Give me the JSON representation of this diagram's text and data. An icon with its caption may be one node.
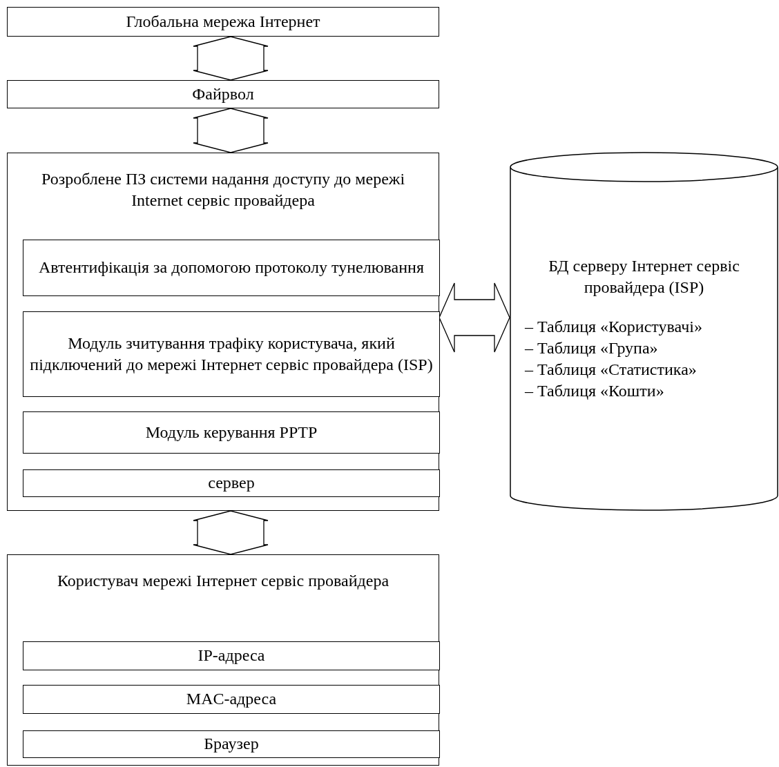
{
  "diagram": {
    "nodes": [
      {
        "text": [
          "Глобальна мережа Інтернет"
        ]
      },
      {
        "text": [
          "Файрвол"
        ]
      },
      {
        "text": [
          "Розроблене ПЗ системи надання доступу до мережі Internet сервіс провайдера"
        ]
      },
      {
        "text": [
          "Автентифікація за допомогою протоколу тунелювання"
        ],
        "in": 2
      },
      {
        "text": [
          "Модуль зчитування трафіку користувача, який підключений до мережі Інтернет сервіс провайдера (ISP)"
        ],
        "in": 2
      },
      {
        "text": [
          "Модуль керування PPTP"
        ],
        "in": 2
      },
      {
        "text": [
          "сервер"
        ],
        "in": 2
      },
      {
        "text": [
          "Користувач мережі Інтернет сервіс провайдера"
        ]
      },
      {
        "text": [
          "IP-адреса"
        ],
        "in": 7
      },
      {
        "text": [
          "MAC-адреса"
        ],
        "in": 7
      },
      {
        "text": [
          "Браузер"
        ],
        "in": 7
      },
      {
        "text": [
          "БД серверу Інтернет сервіс провайдера (ISP)",
          "– Таблиця «Користувачі»",
          "– Таблиця «Група»",
          "– Таблиця «Статистика»",
          "– Таблиця «Кошти»"
        ]
      }
    ],
    "edges": [
      {
        "from": 0,
        "to": 1,
        "arrow": "both"
      },
      {
        "from": 1,
        "to": 2,
        "arrow": "both"
      },
      {
        "from": 2,
        "to": 11,
        "arrow": "both"
      },
      {
        "from": 2,
        "to": 7,
        "arrow": "both"
      }
    ]
  }
}
